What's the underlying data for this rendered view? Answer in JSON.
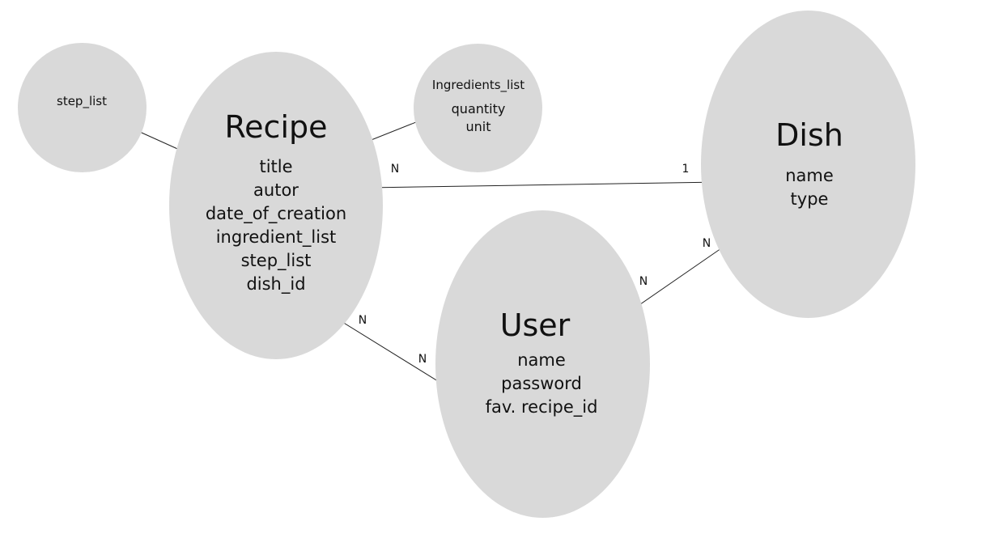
{
  "entities": {
    "step_list": {
      "label": "step_list"
    },
    "recipe": {
      "title": "Recipe",
      "attributes": [
        "title",
        "autor",
        "date_of_creation",
        "ingredient_list",
        "step_list",
        "dish_id"
      ]
    },
    "ingredients_list": {
      "title": "Ingredients_list",
      "attributes": [
        "quantity",
        "unit"
      ]
    },
    "dish": {
      "title": "Dish",
      "attributes": [
        "name",
        "type"
      ]
    },
    "user": {
      "title": "User",
      "attributes": [
        "name",
        "password",
        "fav. recipe_id"
      ]
    }
  },
  "relations": {
    "recipe_dish": {
      "recipe_card": "N",
      "dish_card": "1"
    },
    "recipe_user": {
      "recipe_card": "N",
      "user_card": "N"
    },
    "dish_user": {
      "dish_card": "N",
      "user_card": "N"
    }
  },
  "colors": {
    "entity_fill": "#d9d9d9",
    "line": "#222222",
    "text": "#111111"
  }
}
